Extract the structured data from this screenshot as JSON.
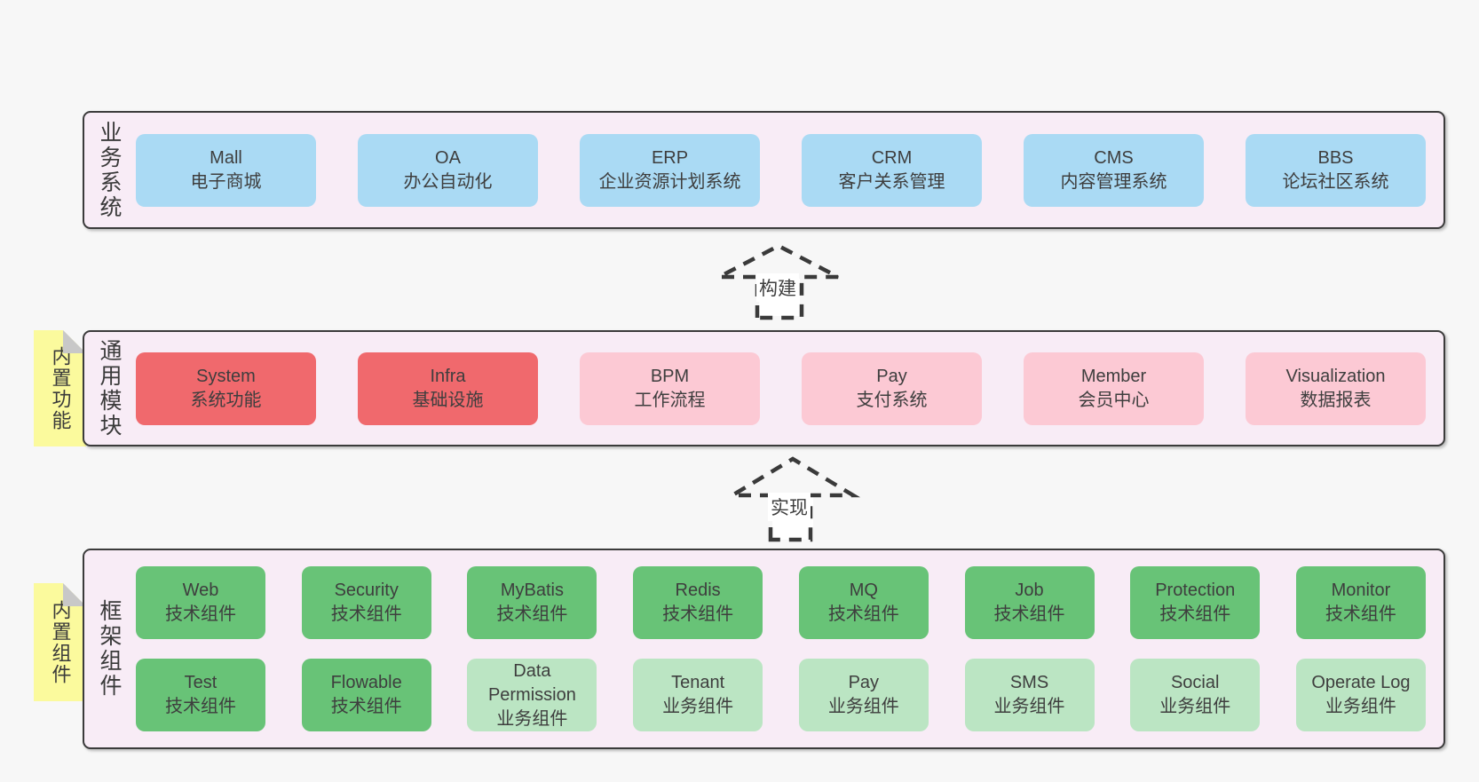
{
  "page": {
    "background": "#f7f7f7"
  },
  "palette": {
    "band_background": "#f8ecf6",
    "band_border": "#3b3b3b",
    "blue_box": "#aadaf4",
    "red_box": "#f0696d",
    "pink_box": "#fcc9d4",
    "green_box": "#68c377",
    "light_green_box": "#bbe5c3",
    "sticky_yellow": "#fbfa9d",
    "fold_gray": "#c8c8c8",
    "text": "#3e3e3e"
  },
  "arrows": {
    "build": "构建",
    "implement": "实现"
  },
  "stickies": {
    "features": "内置功能",
    "components": "内置组件"
  },
  "bands": {
    "business": {
      "label": "业务系统",
      "boxes": [
        {
          "name": "Mall",
          "desc": "电子商城"
        },
        {
          "name": "OA",
          "desc": "办公自动化"
        },
        {
          "name": "ERP",
          "desc": "企业资源计划系统"
        },
        {
          "name": "CRM",
          "desc": "客户关系管理"
        },
        {
          "name": "CMS",
          "desc": "内容管理系统"
        },
        {
          "name": "BBS",
          "desc": "论坛社区系统"
        }
      ]
    },
    "modules": {
      "label": "通用模块",
      "boxes": [
        {
          "name": "System",
          "desc": "系统功能"
        },
        {
          "name": "Infra",
          "desc": "基础设施"
        },
        {
          "name": "BPM",
          "desc": "工作流程"
        },
        {
          "name": "Pay",
          "desc": "支付系统"
        },
        {
          "name": "Member",
          "desc": "会员中心"
        },
        {
          "name": "Visualization",
          "desc": "数据报表"
        }
      ]
    },
    "framework": {
      "label": "框架组件",
      "rows": [
        [
          {
            "name": "Web",
            "desc": "技术组件"
          },
          {
            "name": "Security",
            "desc": "技术组件"
          },
          {
            "name": "MyBatis",
            "desc": "技术组件"
          },
          {
            "name": "Redis",
            "desc": "技术组件"
          },
          {
            "name": "MQ",
            "desc": "技术组件"
          },
          {
            "name": "Job",
            "desc": "技术组件"
          },
          {
            "name": "Protection",
            "desc": "技术组件"
          },
          {
            "name": "Monitor",
            "desc": "技术组件"
          }
        ],
        [
          {
            "name": "Test",
            "desc": "技术组件"
          },
          {
            "name": "Flowable",
            "desc": "技术组件"
          },
          {
            "name": "Data Permission",
            "desc": "业务组件"
          },
          {
            "name": "Tenant",
            "desc": "业务组件"
          },
          {
            "name": "Pay",
            "desc": "业务组件"
          },
          {
            "name": "SMS",
            "desc": "业务组件"
          },
          {
            "name": "Social",
            "desc": "业务组件"
          },
          {
            "name": "Operate Log",
            "desc": "业务组件"
          }
        ]
      ]
    }
  }
}
